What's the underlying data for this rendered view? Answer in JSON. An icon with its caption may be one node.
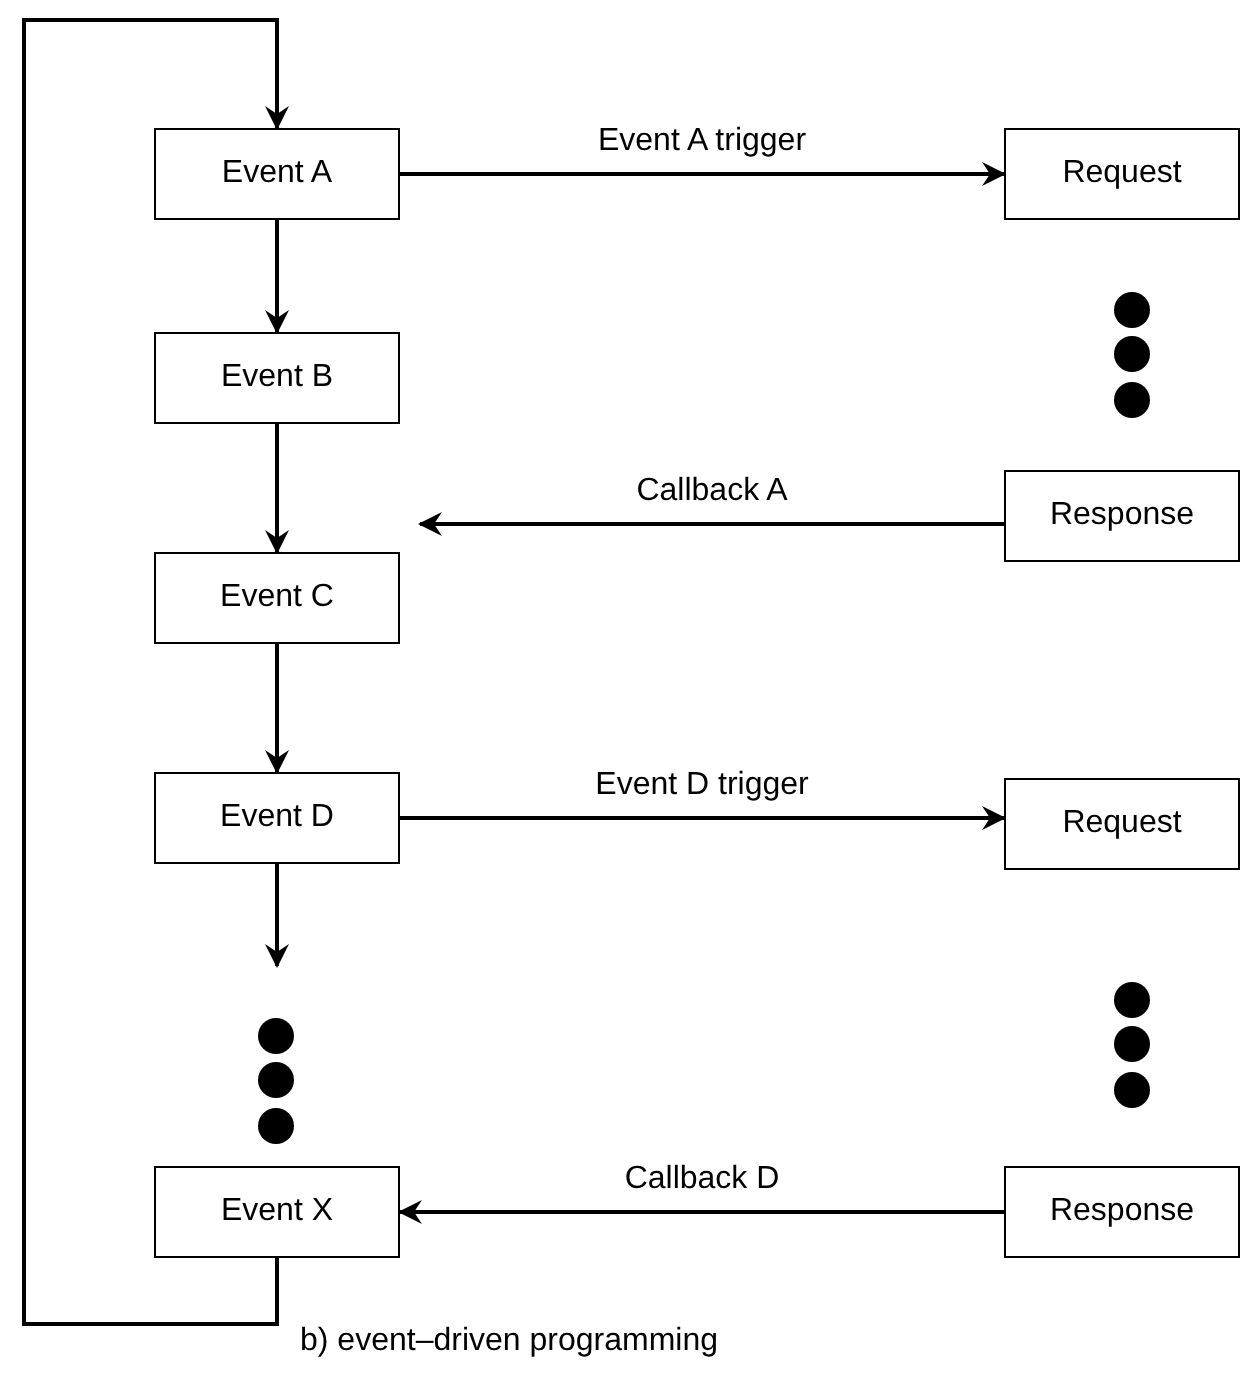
{
  "diagram": {
    "caption": "b) event–driven programming",
    "nodes": [
      {
        "text": [
          "Event A"
        ]
      },
      {
        "text": [
          "Event B"
        ]
      },
      {
        "text": [
          "Event C"
        ]
      },
      {
        "text": [
          "Event D"
        ]
      },
      {
        "text": [
          "Event X"
        ]
      },
      {
        "text": [
          "Request"
        ]
      },
      {
        "text": [
          "Response"
        ]
      },
      {
        "text": [
          "Request"
        ]
      },
      {
        "text": [
          "Response"
        ]
      }
    ],
    "edges": [
      {
        "from": 4,
        "to": 0,
        "arrow": "to"
      },
      {
        "from": 0,
        "to": 1,
        "arrow": "to"
      },
      {
        "from": 1,
        "to": 2,
        "arrow": "to"
      },
      {
        "from": 2,
        "to": 3,
        "arrow": "to"
      },
      {
        "from": 3,
        "to": 4,
        "arrow": "to"
      },
      {
        "from": 0,
        "to": 5,
        "arrow": "to",
        "label": "Event A trigger"
      },
      {
        "from": 6,
        "to": 2,
        "arrow": "to",
        "label": "Callback A"
      },
      {
        "from": 3,
        "to": 7,
        "arrow": "to",
        "label": "Event D trigger"
      },
      {
        "from": 8,
        "to": 4,
        "arrow": "to",
        "label": "Callback D"
      }
    ]
  }
}
